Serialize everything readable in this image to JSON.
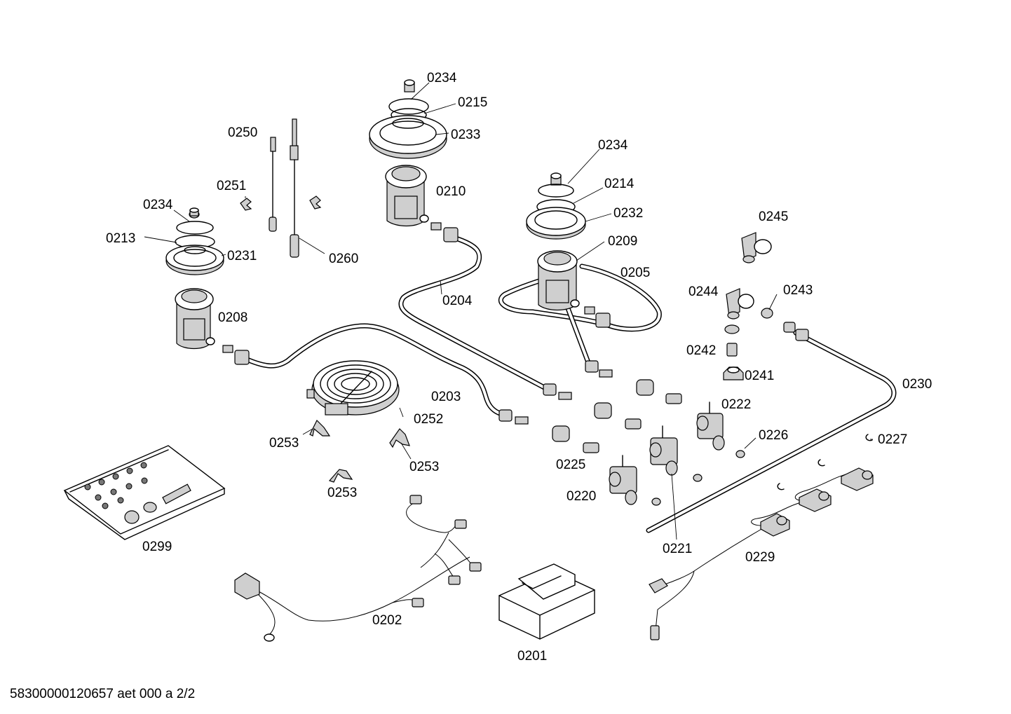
{
  "footer": "58300000120657 aet 000 a 2/2",
  "labels": {
    "l0234a": "0234",
    "l0215": "0215",
    "l0233": "0233",
    "l0250": "0250",
    "l0210": "0210",
    "l0234b": "0234",
    "l0214": "0214",
    "l0232": "0232",
    "l0245": "0245",
    "l0251": "0251",
    "l0234c": "0234",
    "l0213": "0213",
    "l0231": "0231",
    "l0260": "0260",
    "l0209": "0209",
    "l0205": "0205",
    "l0244": "0244",
    "l0243": "0243",
    "l0204": "0204",
    "l0208": "0208",
    "l0242": "0242",
    "l0241": "0241",
    "l0230": "0230",
    "l0203": "0203",
    "l0222": "0222",
    "l0252": "0252",
    "l0253a": "0253",
    "l0253b": "0253",
    "l0253c": "0253",
    "l0226": "0226",
    "l0227": "0227",
    "l0225": "0225",
    "l0220": "0220",
    "l0299": "0299",
    "l0221": "0221",
    "l0229": "0229",
    "l0202": "0202",
    "l0201": "0201"
  }
}
